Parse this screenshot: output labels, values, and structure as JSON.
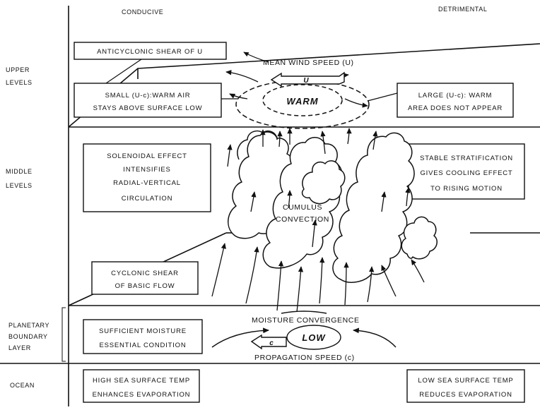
{
  "columns": {
    "left": "CONDUCIVE",
    "right": "DETRIMENTAL"
  },
  "levels": {
    "upper": [
      "UPPER",
      "LEVELS"
    ],
    "middle": [
      "MIDDLE",
      "LEVELS"
    ],
    "pbl": [
      "PLANETARY",
      "BOUNDARY",
      "LAYER"
    ],
    "ocean": "OCEAN"
  },
  "boxes": {
    "anticyclonic": [
      "ANTICYCLONIC SHEAR OF U"
    ],
    "small_uc": [
      "SMALL (U-c):WARM AIR",
      "STAYS ABOVE SURFACE LOW"
    ],
    "large_uc": [
      "LARGE (U-c): WARM",
      "AREA DOES NOT APPEAR"
    ],
    "solenoidal": [
      "SOLENOIDAL EFFECT",
      "INTENSIFIES",
      "RADIAL-VERTICAL",
      "CIRCULATION"
    ],
    "stable": [
      "STABLE STRATIFICATION",
      "GIVES COOLING EFFECT",
      "TO RISING MOTION"
    ],
    "cyclonic": [
      "CYCLONIC SHEAR",
      "OF BASIC FLOW"
    ],
    "moisture": [
      "SUFFICIENT MOISTURE",
      "ESSENTIAL CONDITION"
    ],
    "high_sst": [
      "HIGH SEA SURFACE TEMP",
      "ENHANCES EVAPORATION"
    ],
    "low_sst": [
      "LOW SEA SURFACE TEMP",
      "REDUCES EVAPORATION"
    ]
  },
  "labels": {
    "mean_wind": "MEAN WIND SPEED (U)",
    "u_arrow": "U",
    "warm": "WARM",
    "cumulus": [
      "CUMULUS",
      "CONVECTION"
    ],
    "moisture_conv": "MOISTURE CONVERGENCE",
    "c_arrow": "c",
    "low": "LOW",
    "propagation": "PROPAGATION SPEED (c)"
  }
}
